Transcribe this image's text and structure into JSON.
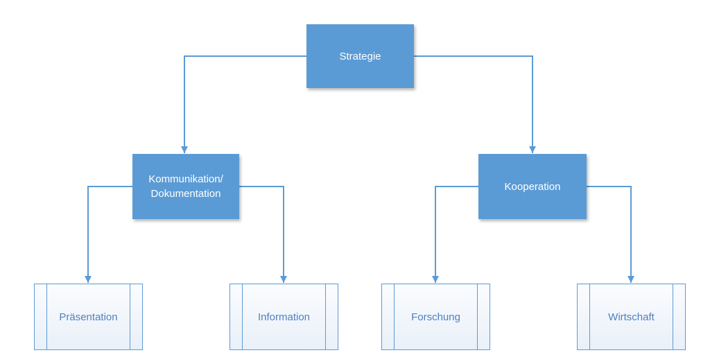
{
  "diagram": {
    "root": {
      "label": "Strategie"
    },
    "left_branch": {
      "label": "Kommunikation/\nDokumentation"
    },
    "right_branch": {
      "label": "Kooperation"
    },
    "leaves": {
      "praesentation": "Präsentation",
      "information": "Information",
      "forschung": "Forschung",
      "wirtschaft": "Wirtschaft"
    }
  },
  "colors": {
    "node_fill": "#5b9bd5",
    "connector": "#5b9bd5",
    "leaf_text": "#4f81bd"
  }
}
